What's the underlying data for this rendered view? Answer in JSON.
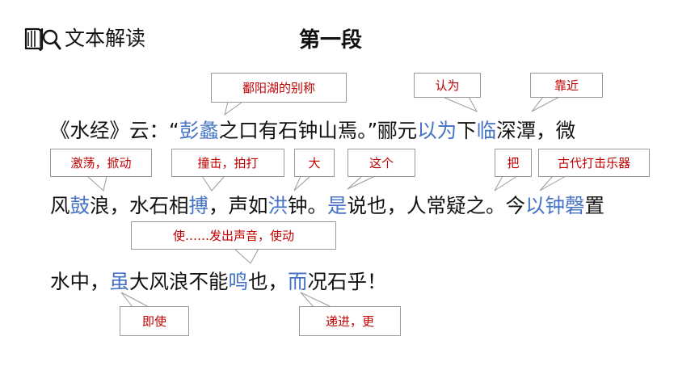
{
  "header": {
    "icon": "book-magnifier-icon",
    "title": "文本解读"
  },
  "section_title": "第一段",
  "passage": {
    "line1": [
      {
        "text": "《水经》云：“"
      },
      {
        "text": "彭蠡",
        "hl": true
      },
      {
        "text": "之口有石钟山焉。”郦元"
      },
      {
        "text": "以为",
        "hl": true
      },
      {
        "text": "下"
      },
      {
        "text": "临",
        "hl": true
      },
      {
        "text": "深潭，微"
      }
    ],
    "line2": [
      {
        "text": "风"
      },
      {
        "text": "鼓",
        "hl": true
      },
      {
        "text": "浪，水石相"
      },
      {
        "text": "搏",
        "hl": true
      },
      {
        "text": "，声如"
      },
      {
        "text": "洪",
        "hl": true
      },
      {
        "text": "钟。"
      },
      {
        "text": "是",
        "hl": true
      },
      {
        "text": "说也，人常疑之。今"
      },
      {
        "text": "以",
        "hl": true
      },
      {
        "text": "钟",
        "hl": true
      },
      {
        "text": "磬",
        "hl": true
      },
      {
        "text": "置"
      }
    ],
    "line3": [
      {
        "text": "水中，"
      },
      {
        "text": "虽",
        "hl": true
      },
      {
        "text": "大风浪不能"
      },
      {
        "text": "鸣",
        "hl": true
      },
      {
        "text": "也，"
      },
      {
        "text": "而",
        "hl": true
      },
      {
        "text": "况石乎！"
      }
    ]
  },
  "annotations": {
    "poyang": "鄱阳湖的别称",
    "yiwei": "认为",
    "kaojin": "靠近",
    "jidang": "激荡，掀动",
    "zhuangji": "撞击，拍打",
    "da": "大",
    "zhege": "这个",
    "ba": "把",
    "gudai": "古代打击乐器",
    "shi": "使……发出声音，使动",
    "jishi": "即使",
    "dijin": "递进，更"
  },
  "colors": {
    "highlight": "#4472c4",
    "annotation": "#c00000",
    "border": "#9a9a9a"
  }
}
